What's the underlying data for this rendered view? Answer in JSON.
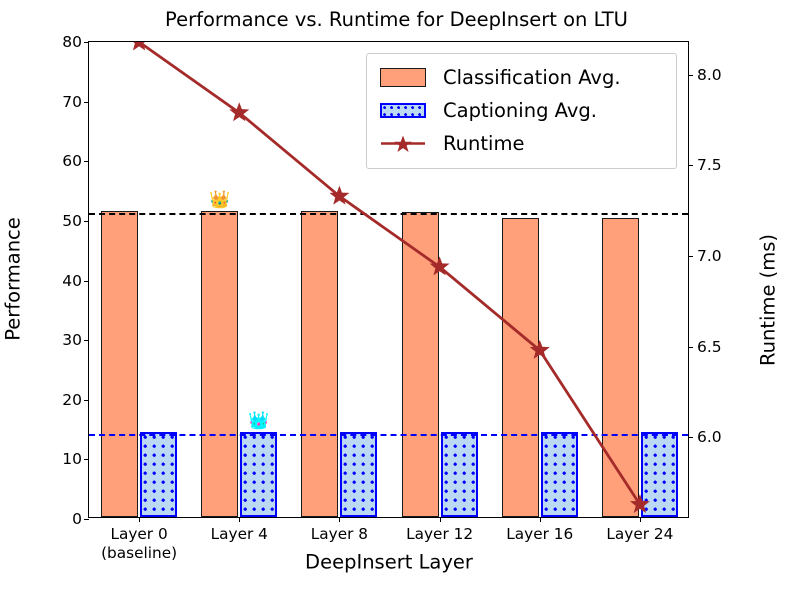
{
  "chart_data": {
    "type": "bar",
    "title": "Performance vs. Runtime for DeepInsert on LTU",
    "xlabel": "DeepInsert Layer",
    "ylabel": "Performance",
    "y2label": "Runtime (ms)",
    "categories": [
      "Layer 0\n(baseline)",
      "Layer 4",
      "Layer 8",
      "Layer 12",
      "Layer 16",
      "Layer 24"
    ],
    "category_labels": [
      {
        "line1": "Layer 0",
        "line2": "(baseline)"
      },
      {
        "line1": "Layer 4",
        "line2": ""
      },
      {
        "line1": "Layer 8",
        "line2": ""
      },
      {
        "line1": "Layer 12",
        "line2": ""
      },
      {
        "line1": "Layer 16",
        "line2": ""
      },
      {
        "line1": "Layer 24",
        "line2": ""
      }
    ],
    "ylim": [
      0,
      80
    ],
    "yticks": [
      0,
      10,
      20,
      30,
      40,
      50,
      60,
      70,
      80
    ],
    "ytick_labels": [
      "0",
      "10",
      "20",
      "30",
      "40",
      "50",
      "60",
      "70",
      "80"
    ],
    "y2lim": [
      5.55,
      8.18
    ],
    "y2ticks": [
      6.0,
      6.5,
      7.0,
      7.5,
      8.0
    ],
    "y2tick_labels": [
      "6.0",
      "6.5",
      "7.0",
      "7.5",
      "8.0"
    ],
    "grid": false,
    "legend_position": "upper right",
    "series": [
      {
        "name": "Classification Avg.",
        "kind": "bar",
        "axis": "left",
        "color": "#FFA07A",
        "edge_color": "#1a1a1a",
        "values": [
          51.4,
          51.4,
          51.4,
          51.2,
          50.1,
          50.1
        ]
      },
      {
        "name": "Captioning Avg.",
        "kind": "bar",
        "axis": "left",
        "color": "#BBD9F2",
        "edge_color": "#0000FF",
        "hatch": "dots",
        "values": [
          14.2,
          14.2,
          14.2,
          14.2,
          14.2,
          14.2
        ]
      },
      {
        "name": "Runtime",
        "kind": "line",
        "axis": "right",
        "color": "#A52A2A",
        "marker": "star",
        "values": [
          8.18,
          7.79,
          7.33,
          6.94,
          6.48,
          5.63
        ]
      }
    ],
    "reference_lines": [
      {
        "name": "classification-baseline",
        "axis": "left",
        "value": 51.4,
        "color": "#000000",
        "style": "dashed"
      },
      {
        "name": "captioning-baseline",
        "axis": "left",
        "value": 14.2,
        "color": "#0000FF",
        "style": "dashed"
      }
    ],
    "annotations": [
      {
        "name": "gold-crown",
        "glyph": "👑",
        "category": "Layer 4",
        "series": "Classification Avg.",
        "value": 51.4
      },
      {
        "name": "blue-crown",
        "glyph": "👑",
        "category": "Layer 4",
        "series": "Captioning Avg.",
        "value": 14.2
      }
    ]
  },
  "legend": {
    "items": [
      {
        "label": "Classification Avg."
      },
      {
        "label": "Captioning Avg."
      },
      {
        "label": "Runtime"
      }
    ]
  }
}
